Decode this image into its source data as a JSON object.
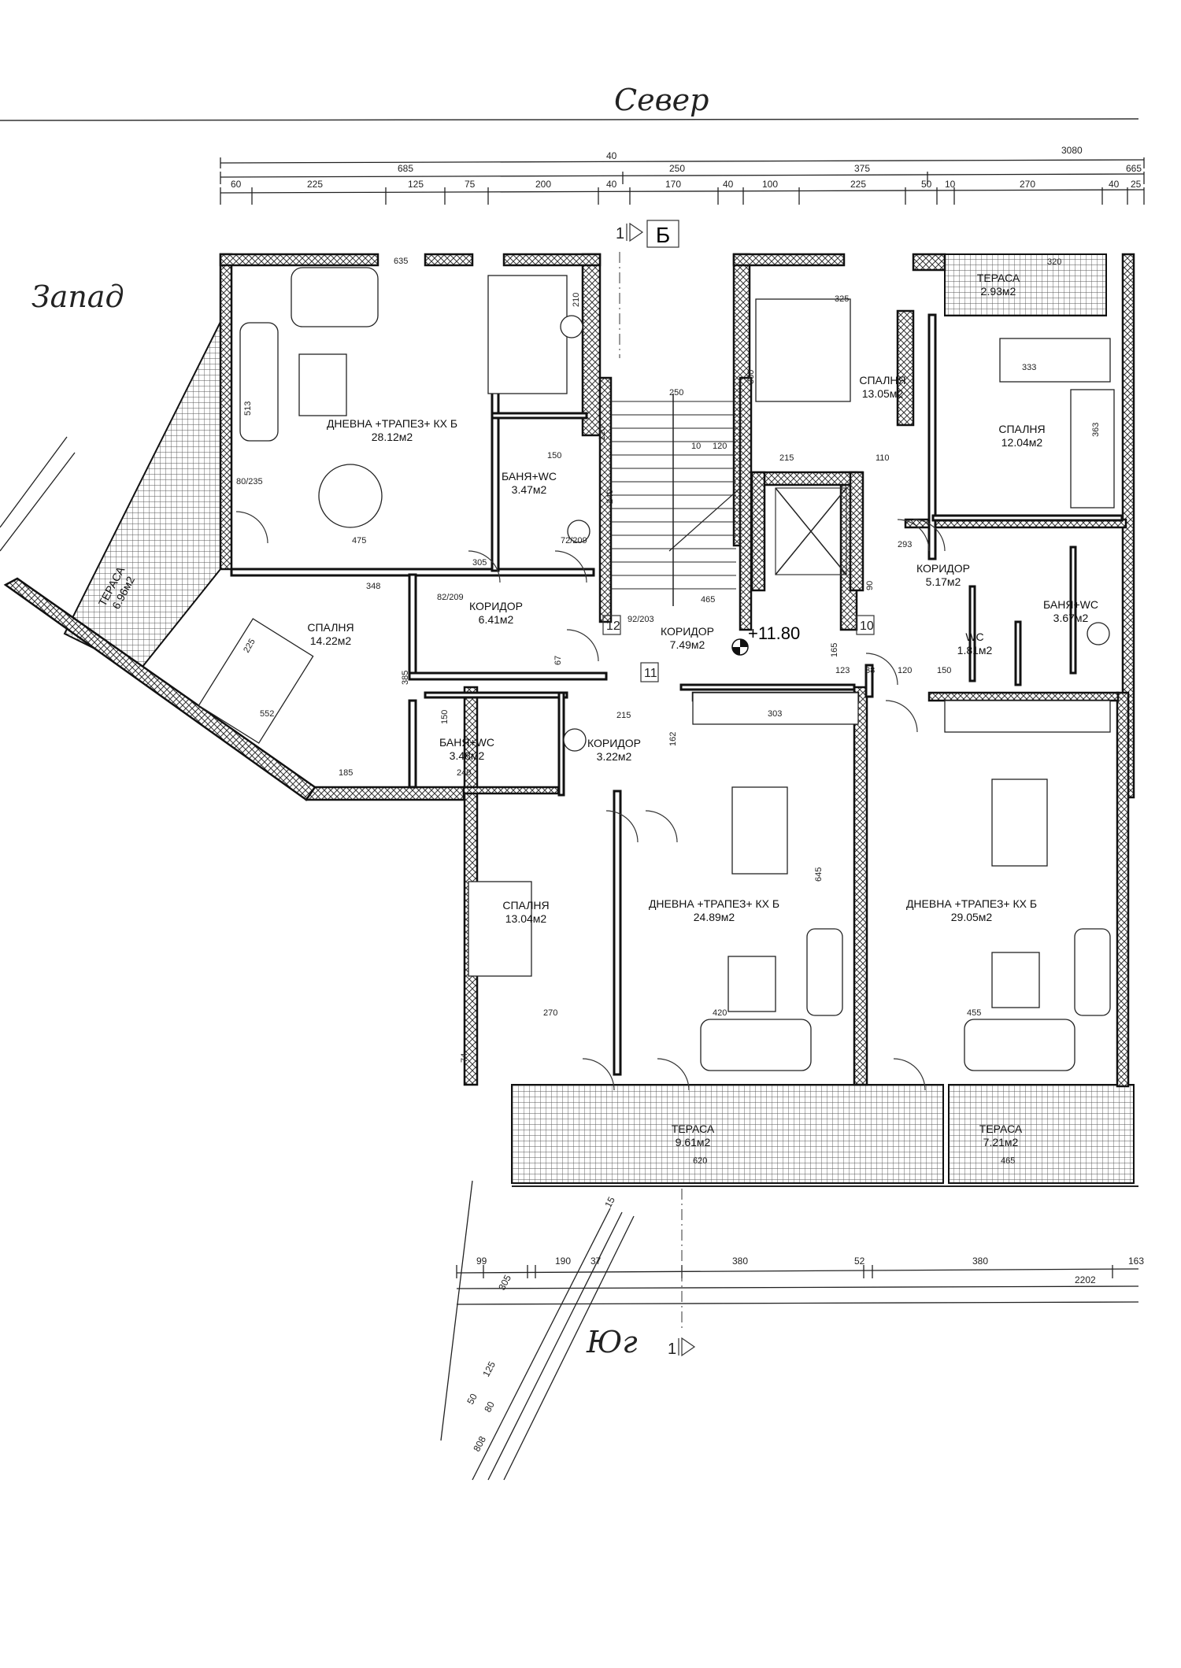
{
  "orientation": {
    "north": "Север",
    "west": "Запад",
    "south": "Юг"
  },
  "section_marks": {
    "top": "1",
    "top_axis": "Б",
    "bottom": "1"
  },
  "elevation": "+11.80",
  "stair_numbers": [
    "12",
    "11",
    "10"
  ],
  "top_dims": {
    "row1": [
      "40",
      "3080"
    ],
    "row2": [
      "685",
      "250",
      "375",
      "665"
    ],
    "row3": [
      "60",
      "225",
      "125",
      "75",
      "200",
      "40",
      "170",
      "40",
      "100",
      "225",
      "50",
      "10",
      "270",
      "40",
      "25"
    ]
  },
  "bottom_dims": {
    "row1": [
      "99",
      "190",
      "37",
      "380",
      "52",
      "380",
      "163"
    ],
    "row2": [
      "2202"
    ],
    "diagonal": [
      "305",
      "50",
      "125",
      "80",
      "808",
      "15"
    ]
  },
  "rooms": [
    {
      "name": "ДНЕВНА +ТРАПЕЗ+ КХ Б",
      "area": "28.12м2"
    },
    {
      "name": "БАНЯ+WC",
      "area": "3.47м2"
    },
    {
      "name": "СПАЛНЯ",
      "area": "13.05м2"
    },
    {
      "name": "СПАЛНЯ",
      "area": "12.04м2"
    },
    {
      "name": "ТЕРАСА",
      "area": "2.93м2"
    },
    {
      "name": "КОРИДОР",
      "area": "5.17м2"
    },
    {
      "name": "БАНЯ+WC",
      "area": "3.67м2"
    },
    {
      "name": "WC",
      "area": "1.81м2"
    },
    {
      "name": "КОРИДОР",
      "area": "7.49м2"
    },
    {
      "name": "КОРИДОР",
      "area": "6.41м2"
    },
    {
      "name": "СПАЛНЯ",
      "area": "14.22м2"
    },
    {
      "name": "ТЕРАСА",
      "area": "6.96м2"
    },
    {
      "name": "БАНЯ+WC",
      "area": "3.48м2"
    },
    {
      "name": "КОРИДОР",
      "area": "3.22м2"
    },
    {
      "name": "СПАЛНЯ",
      "area": "13.04м2"
    },
    {
      "name": "ДНЕВНА +ТРАПЕЗ+ КХ Б",
      "area": "24.89м2"
    },
    {
      "name": "ДНЕВНА +ТРАПЕЗ+ КХ Б",
      "area": "29.05м2"
    },
    {
      "name": "ТЕРАСА",
      "area": "9.61м2"
    },
    {
      "name": "ТЕРАСА",
      "area": "7.21м2"
    }
  ],
  "interior_dims": [
    "635",
    "513",
    "210",
    "250",
    "120",
    "10",
    "120",
    "150",
    "240",
    "305",
    "348",
    "82/209",
    "465",
    "165",
    "123",
    "38",
    "120",
    "150",
    "293",
    "90",
    "215",
    "110",
    "325",
    "360",
    "333",
    "363",
    "320",
    "225",
    "385",
    "185",
    "67",
    "150",
    "240",
    "215",
    "162",
    "303",
    "645",
    "270",
    "420",
    "455",
    "74",
    "620",
    "465",
    "80/235",
    "92/203",
    "72/209",
    "552",
    "475"
  ]
}
